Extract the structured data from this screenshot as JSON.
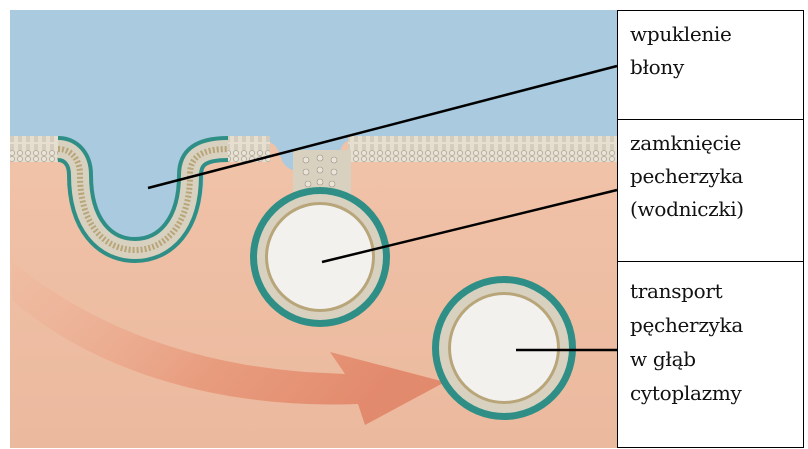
{
  "labels": {
    "invagination": "wpuklenie\nbłony",
    "vesicle_closure": "zamknięcie\npecherzyka\n(wodniczki)",
    "vesicle_transport": "transport\npęcherzyka\nw głąb\ncytoplazmy"
  },
  "colors": {
    "extracellular": "#a9cadf",
    "cytoplasm": "#efc0a5",
    "membrane_head_outer": "#2f8f86",
    "membrane_tail": "#d9d5c4",
    "membrane_head_inner": "#b8a67a",
    "vesicle_lumen": "#f2f1ee",
    "arrow": "#e08a70",
    "leader_line": "#000000"
  },
  "icons": {
    "arrow": "curved-arrow"
  }
}
